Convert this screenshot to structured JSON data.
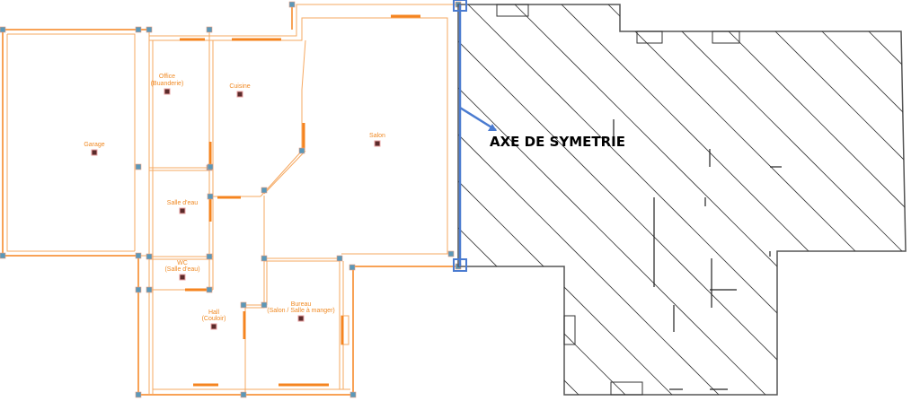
{
  "rooms": [
    {
      "name": "Garage"
    },
    {
      "name": "Office",
      "sub": "(Buanderie)"
    },
    {
      "name": "Cuisine"
    },
    {
      "name": "Salon"
    },
    {
      "name": "Salle d'eau"
    },
    {
      "name": "WC",
      "sub": "(Salle d'eau)"
    },
    {
      "name": "Hall",
      "sub": "(Couloir)"
    },
    {
      "name": "Bureau",
      "sub": "(Salon / Salle à manger)"
    }
  ],
  "annotation": {
    "label": "AXE DE SYMETRIE"
  },
  "colors": {
    "walls": "#f5841f",
    "axis": "#4a7bd0",
    "mirror": "#000000"
  }
}
